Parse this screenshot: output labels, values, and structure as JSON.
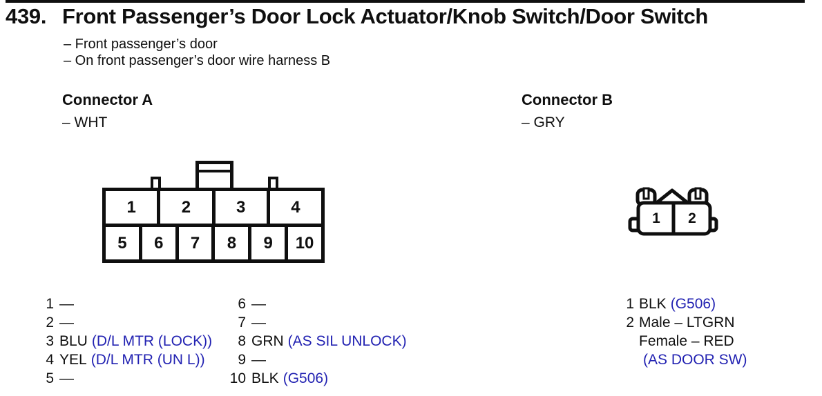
{
  "colors": {
    "ink": "#0f0f0f",
    "circuit_blue": "#2222b2",
    "paper": "#ffffff"
  },
  "header": {
    "section_number": "439.",
    "title": "Front Passenger’s Door Lock Actuator/Knob Switch/Door Switch",
    "location_notes": [
      "– Front passenger’s door",
      "– On front passenger’s door wire harness B"
    ]
  },
  "connector_a": {
    "heading": "Connector A",
    "color_note": "– WHT",
    "diagram": {
      "top_row_cavities": [
        "1",
        "2",
        "3",
        "4"
      ],
      "bottom_row_cavities": [
        "5",
        "6",
        "7",
        "8",
        "9",
        "10"
      ]
    },
    "pin_list_col1": [
      {
        "num": "1",
        "wire": "—",
        "circuit": ""
      },
      {
        "num": "2",
        "wire": "—",
        "circuit": ""
      },
      {
        "num": "3",
        "wire": "BLU",
        "circuit": "(D/L MTR (LOCK))"
      },
      {
        "num": "4",
        "wire": "YEL",
        "circuit": "(D/L MTR (UN L))"
      },
      {
        "num": "5",
        "wire": "—",
        "circuit": ""
      }
    ],
    "pin_list_col2": [
      {
        "num": "6",
        "wire": "—",
        "circuit": ""
      },
      {
        "num": "7",
        "wire": "—",
        "circuit": ""
      },
      {
        "num": "8",
        "wire": "GRN",
        "circuit": "(AS SIL UNLOCK)"
      },
      {
        "num": "9",
        "wire": "—",
        "circuit": ""
      },
      {
        "num": "10",
        "wire": "BLK",
        "circuit": "(G506)"
      }
    ]
  },
  "connector_b": {
    "heading": "Connector B",
    "color_note": "– GRY",
    "diagram": {
      "cavities": [
        "1",
        "2"
      ]
    },
    "pin_list": [
      {
        "num": "1",
        "wire": "BLK",
        "circuit": "(G506)"
      },
      {
        "num": "2",
        "wire": "Male – LTGRN",
        "circuit": ""
      },
      {
        "num": "",
        "wire": "Female – RED",
        "circuit": ""
      },
      {
        "num": "",
        "wire": "",
        "circuit": "(AS DOOR SW)"
      }
    ]
  }
}
